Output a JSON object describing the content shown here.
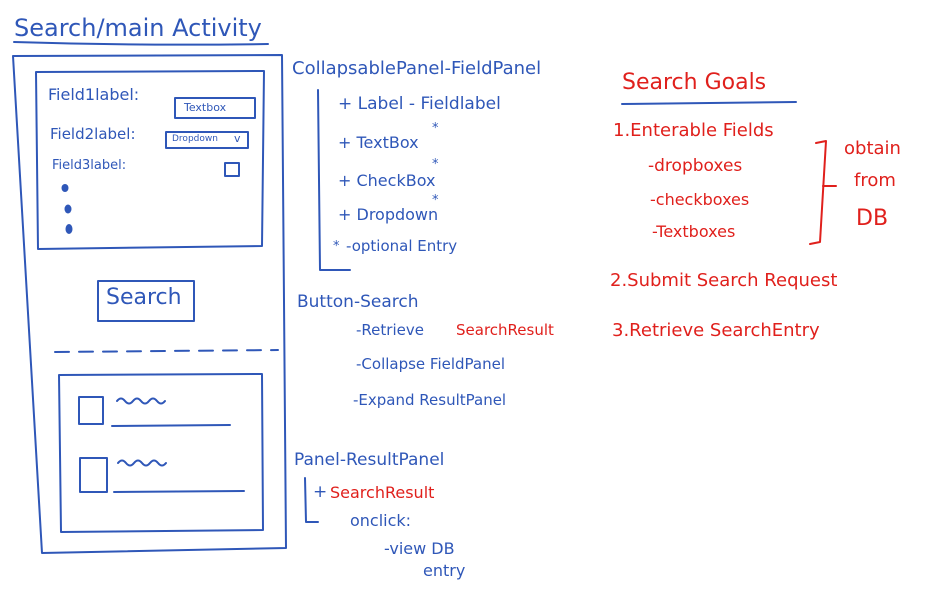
{
  "colors": {
    "ink_blue": "#2f57b8",
    "ink_red": "#e0201c",
    "paper": "#ffffff"
  },
  "wireframe": {
    "title": "Search/main Activity",
    "fields": [
      {
        "label": "Field1label:",
        "control": "Textbox"
      },
      {
        "label": "Field2label:",
        "control": "Dropdown",
        "caret": "v"
      },
      {
        "label": "Field3label:",
        "control": "checkbox"
      }
    ],
    "search_button_label": "Search"
  },
  "notes": {
    "field_panel": {
      "heading": "CollapsablePanel-FieldPanel",
      "items": [
        "+ Label - Fieldlabel",
        "+ TextBox",
        "+ CheckBox",
        "+ Dropdown"
      ],
      "star": "*",
      "optional_note": "-optional Entry"
    },
    "button_search": {
      "heading": "Button-Search",
      "retrieve_prefix": "-Retrieve",
      "retrieve_target": "SearchResult",
      "collapse": "-Collapse FieldPanel",
      "expand": "-Expand ResultPanel"
    },
    "result_panel": {
      "heading": "Panel-ResultPanel",
      "item_prefix": "+",
      "item": "SearchResult",
      "onclick": "onclick:",
      "action_line1": "-view DB",
      "action_line2": "entry"
    }
  },
  "goals": {
    "title": "Search Goals",
    "goal1": "1.Enterable Fields",
    "sub_items": [
      "-dropboxes",
      "-checkboxes",
      "-Textboxes"
    ],
    "obtain_lines": [
      "obtain",
      "from",
      "DB"
    ],
    "goal2": "2.Submit Search Request",
    "goal3": "3.Retrieve SearchEntry"
  }
}
